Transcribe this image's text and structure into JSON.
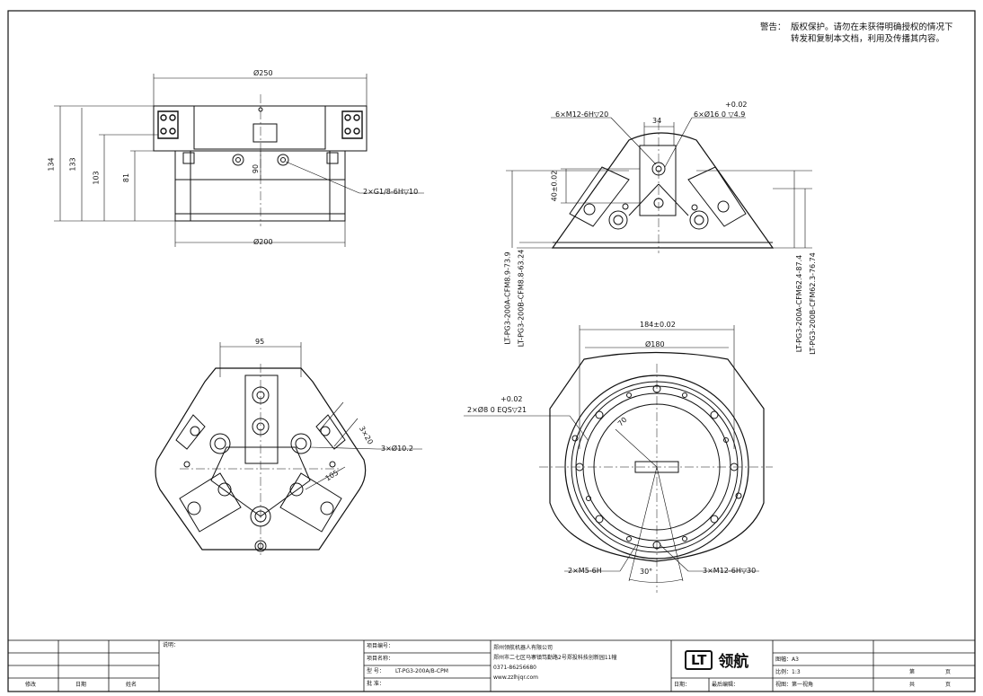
{
  "warning": {
    "label": "警告：",
    "line1": "版权保护。请勿在未获得明确授权的情况下",
    "line2": "转发和复制本文档，利用及传播其内容。"
  },
  "dims": {
    "d250": "Ø250",
    "d200": "Ø200",
    "h134": "134",
    "h133": "133",
    "h103": "103",
    "h81": "81",
    "h90": "90",
    "port": "2×G1/8-6H▽10",
    "m12top": "6×M12-6H▽20",
    "w34": "34",
    "tol02": "+0.02",
    "pin16": "6×Ø16  0 ▽4.9",
    "h40": "40±0.02",
    "w95": "95",
    "chamfer": "3×20",
    "pin102": "3×Ø10.2",
    "r105": "105",
    "d184": "184±0.02",
    "d180": "Ø180",
    "pin8": "2×Ø8  0  EQS▽21",
    "r70": "70",
    "m5": "2×M5-6H",
    "a30": "30°",
    "m12bot": "3×M12-6H▽30",
    "stroke_left_1": "LT-PG3-200A-CFM8.9-73.9",
    "stroke_left_2": "LT-PG3-200B-CFM8.8-63.24",
    "stroke_right_1": "LT-PG3-200A-CFM62.4-87.4",
    "stroke_right_2": "LT-PG3-200B-CFM62.3-76.74"
  },
  "title_block": {
    "note_label": "说明：",
    "col_revise": "修改",
    "col_date": "日期",
    "col_name": "姓名",
    "project_no": "项目编号：",
    "project_name": "项目名称：",
    "model_label": "型    号：",
    "model_value": "LT-PG3-200A/B-CPM",
    "approve": "批    准：",
    "company": "郑州领航机器人有限公司",
    "address": "郑州市二七区马寨镇笃勤路2号郑投科技创新园11幢",
    "phone": "0371-86256680",
    "web": "www.zzlhjqr.com",
    "logo_text": "LT",
    "logo_cn": "领航",
    "date": "日期：",
    "last_edit": "最后编辑：",
    "sheet_size": "图幅：A3",
    "scale": "比例：1:3",
    "view": "视图：第一视角",
    "page_a": "第",
    "page_b": "页",
    "total_a": "共",
    "total_b": "页"
  }
}
